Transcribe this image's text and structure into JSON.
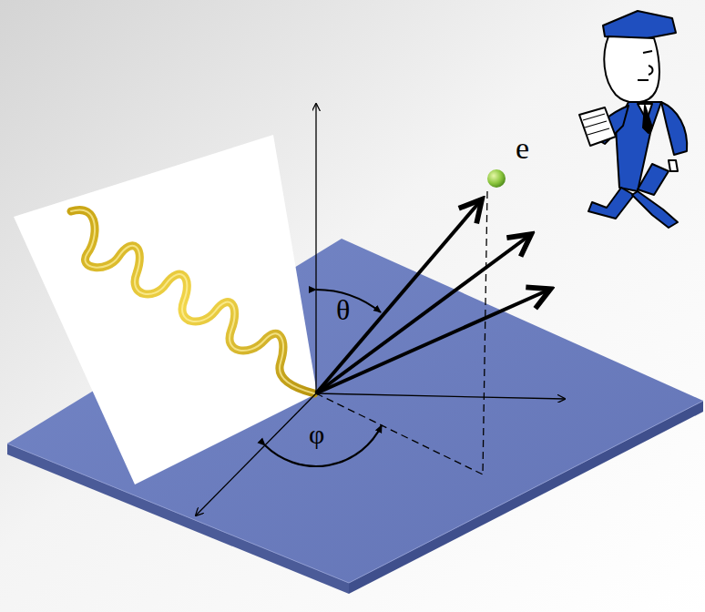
{
  "diagram": {
    "labels": [
      "e",
      "θ",
      "φ"
    ]
  }
}
